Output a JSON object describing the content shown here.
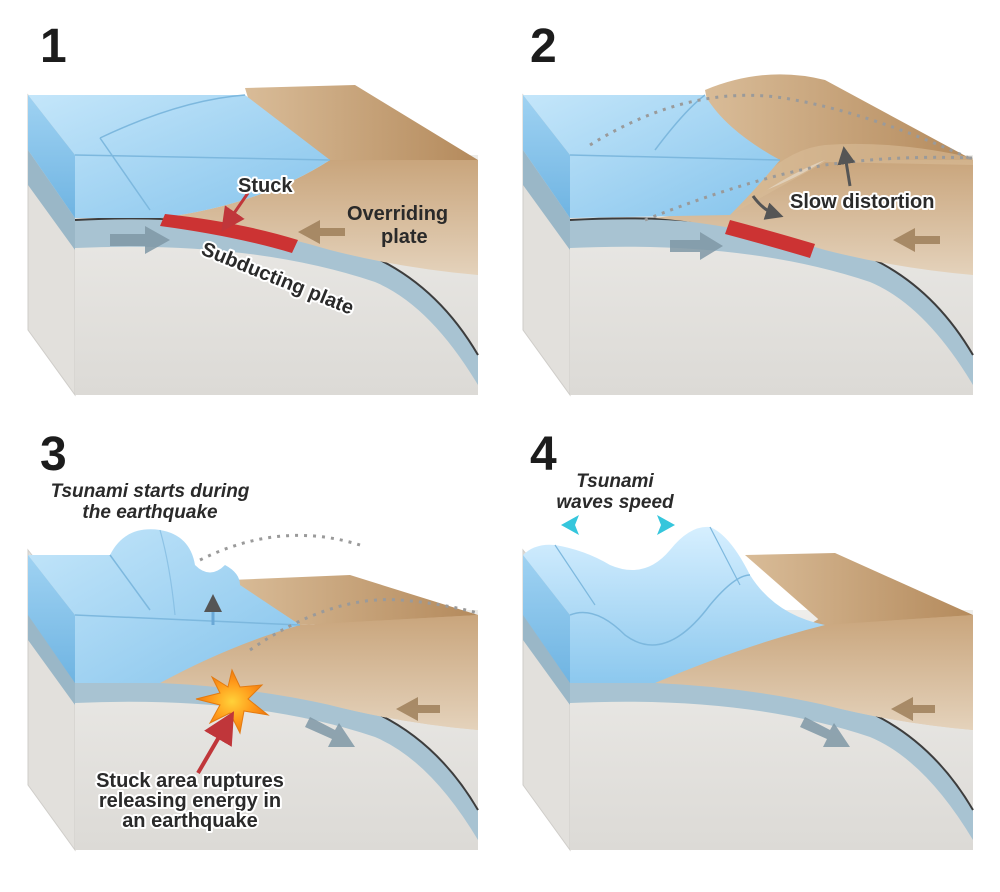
{
  "panels": [
    {
      "number": "1",
      "labels": {
        "stuck": "Stuck",
        "overriding_line1": "Overriding",
        "overriding_line2": "plate",
        "subducting": "Subducting plate"
      }
    },
    {
      "number": "2",
      "labels": {
        "slow_distortion": "Slow distortion"
      }
    },
    {
      "number": "3",
      "labels": {
        "tsunami_line1": "Tsunami starts during",
        "tsunami_line2": "the earthquake",
        "rupture_line1": "Stuck area ruptures",
        "rupture_line2": "releasing energy in",
        "rupture_line3": "an earthquake"
      }
    },
    {
      "number": "4",
      "labels": {
        "waves_line1": "Tsunami",
        "waves_line2": "waves speed"
      }
    }
  ],
  "colors": {
    "water": "#a9d6f2",
    "water_dark": "#7fbde6",
    "land": "#c9a57c",
    "plate": "#a8c3d2",
    "mantle": "#e6e4e0",
    "stuck_zone": "#cc3333",
    "arrow_red": "#c0363a",
    "wave_arrow": "#35c6dc"
  }
}
